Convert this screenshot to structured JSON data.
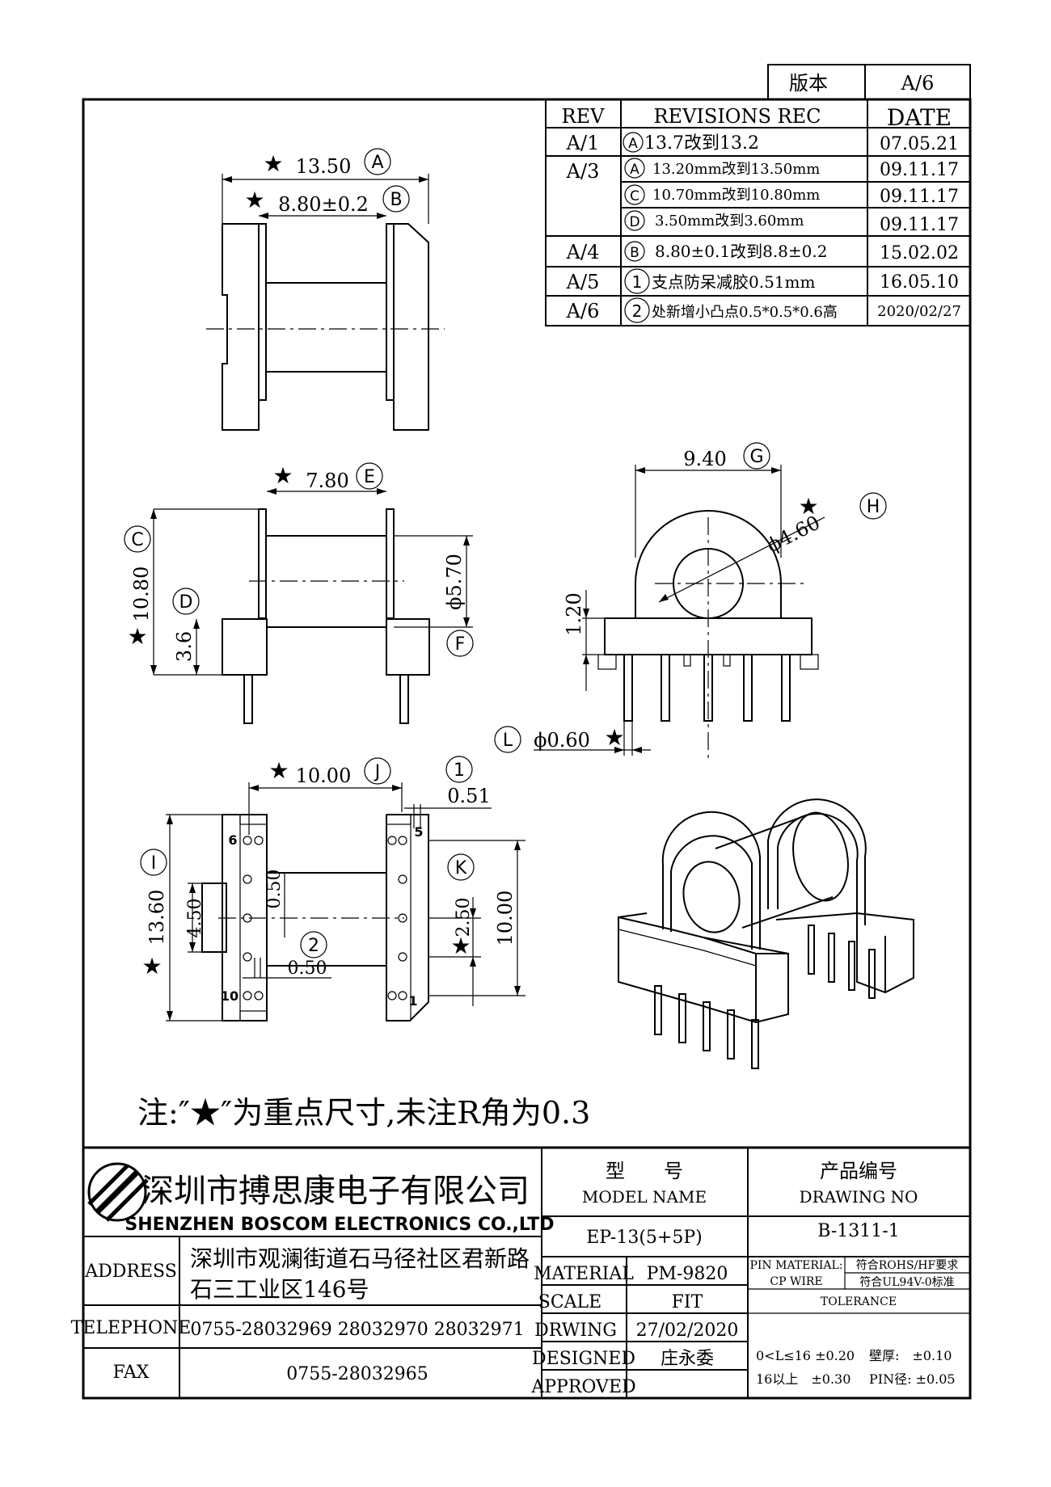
{
  "version_box": {
    "label": "版本",
    "value": "A/6"
  },
  "revisions": {
    "headers": {
      "rev": "REV",
      "rec": "REVISIONS REC",
      "date": "DATE"
    },
    "rows": [
      {
        "rev": "A/1",
        "mark": "A",
        "text": "13.7改到13.2",
        "date": "07.05.21"
      },
      {
        "rev": "A/3",
        "mark": "A",
        "text": "13.20mm改到13.50mm",
        "date": "09.11.17"
      },
      {
        "rev": "",
        "mark": "C",
        "text": "10.70mm改到10.80mm",
        "date": "09.11.17"
      },
      {
        "rev": "",
        "mark": "D",
        "text": "3.50mm改到3.60mm",
        "date": "09.11.17"
      },
      {
        "rev": "A/4",
        "mark": "B",
        "text": "8.80±0.1改到8.8±0.2",
        "date": "15.02.02"
      },
      {
        "rev": "A/5",
        "mark": "1",
        "text": "支点防呆减胶0.51mm",
        "date": "16.05.10"
      },
      {
        "rev": "A/6",
        "mark": "2",
        "text": "处新增小凸点0.5*0.5*0.6高",
        "date": "2020/02/27"
      }
    ]
  },
  "dimensions": {
    "A": {
      "value": "13.50",
      "mark": "A"
    },
    "B": {
      "value": "8.80±0.2",
      "mark": "B"
    },
    "C": {
      "value": "10.80",
      "mark": "C"
    },
    "D": {
      "value": "3.6",
      "mark": "D"
    },
    "E": {
      "value": "7.80",
      "mark": "E"
    },
    "F": {
      "value": "ϕ5.70",
      "mark": "F"
    },
    "G": {
      "value": "9.40",
      "mark": "G"
    },
    "H": {
      "value": "ϕ4.60",
      "mark": "H"
    },
    "h120": {
      "value": "1.20"
    },
    "L": {
      "value": "ϕ0.60",
      "mark": "L"
    },
    "J": {
      "value": "10.00",
      "mark": "J"
    },
    "n1": {
      "value": "0.51",
      "mark": "1"
    },
    "I": {
      "value": "13.60",
      "mark": "I"
    },
    "w450": {
      "value": "4.50"
    },
    "w050a": {
      "value": "0.50"
    },
    "n2": {
      "mark": "2"
    },
    "w050b": {
      "value": "0.50"
    },
    "K": {
      "value": "2.50",
      "mark": "K"
    },
    "h1000": {
      "value": "10.00"
    }
  },
  "pins": {
    "p6": "6",
    "p5": "5",
    "p10": "10",
    "p1": "1"
  },
  "star": "★",
  "note": "注:″★″为重点尺寸,未注R角为0.3",
  "company": {
    "cn": "深圳市搏思康电子有限公司",
    "en": "SHENZHEN BOSCOM ELECTRONICS CO.,LTD"
  },
  "contact": {
    "address_label": "ADDRESS",
    "address_line1": "深圳市观澜街道石马径社区君新路",
    "address_line2": "石三工业区146号",
    "telephone_label": "TELEPHONE",
    "telephone": "0755-28032969 28032970 28032971",
    "fax_label": "FAX",
    "fax": "0755-28032965"
  },
  "title_block": {
    "model_cn": "型　　号",
    "model_en": "MODEL NAME",
    "model_value": "EP-13(5+5P)",
    "drawing_cn": "产品编号",
    "drawing_en": "DRAWING NO",
    "drawing_value": "B-1311-1",
    "material_label": "MATERIAL",
    "material_value": "PM-9820",
    "scale_label": "SCALE",
    "scale_value": "FIT",
    "drwing_label": "DRWING",
    "drwing_value": "27/02/2020",
    "designed_label": "DESIGNED",
    "designed_value": "庄永委",
    "approved_label": "APPROVED",
    "approved_value": "",
    "pin_material_label": "PIN MATERIAL:",
    "cp_wire_label": "CP WIRE",
    "rohs": "符合ROHS/HF要求",
    "ul": "符合UL94V-0标准",
    "tolerance_label": "TOLERANCE",
    "tol1": "0<L≤16 ±0.20",
    "tol2": "16以上　±0.30",
    "tol3": "壁厚:　±0.10",
    "tol4": "PIN径: ±0.05"
  }
}
